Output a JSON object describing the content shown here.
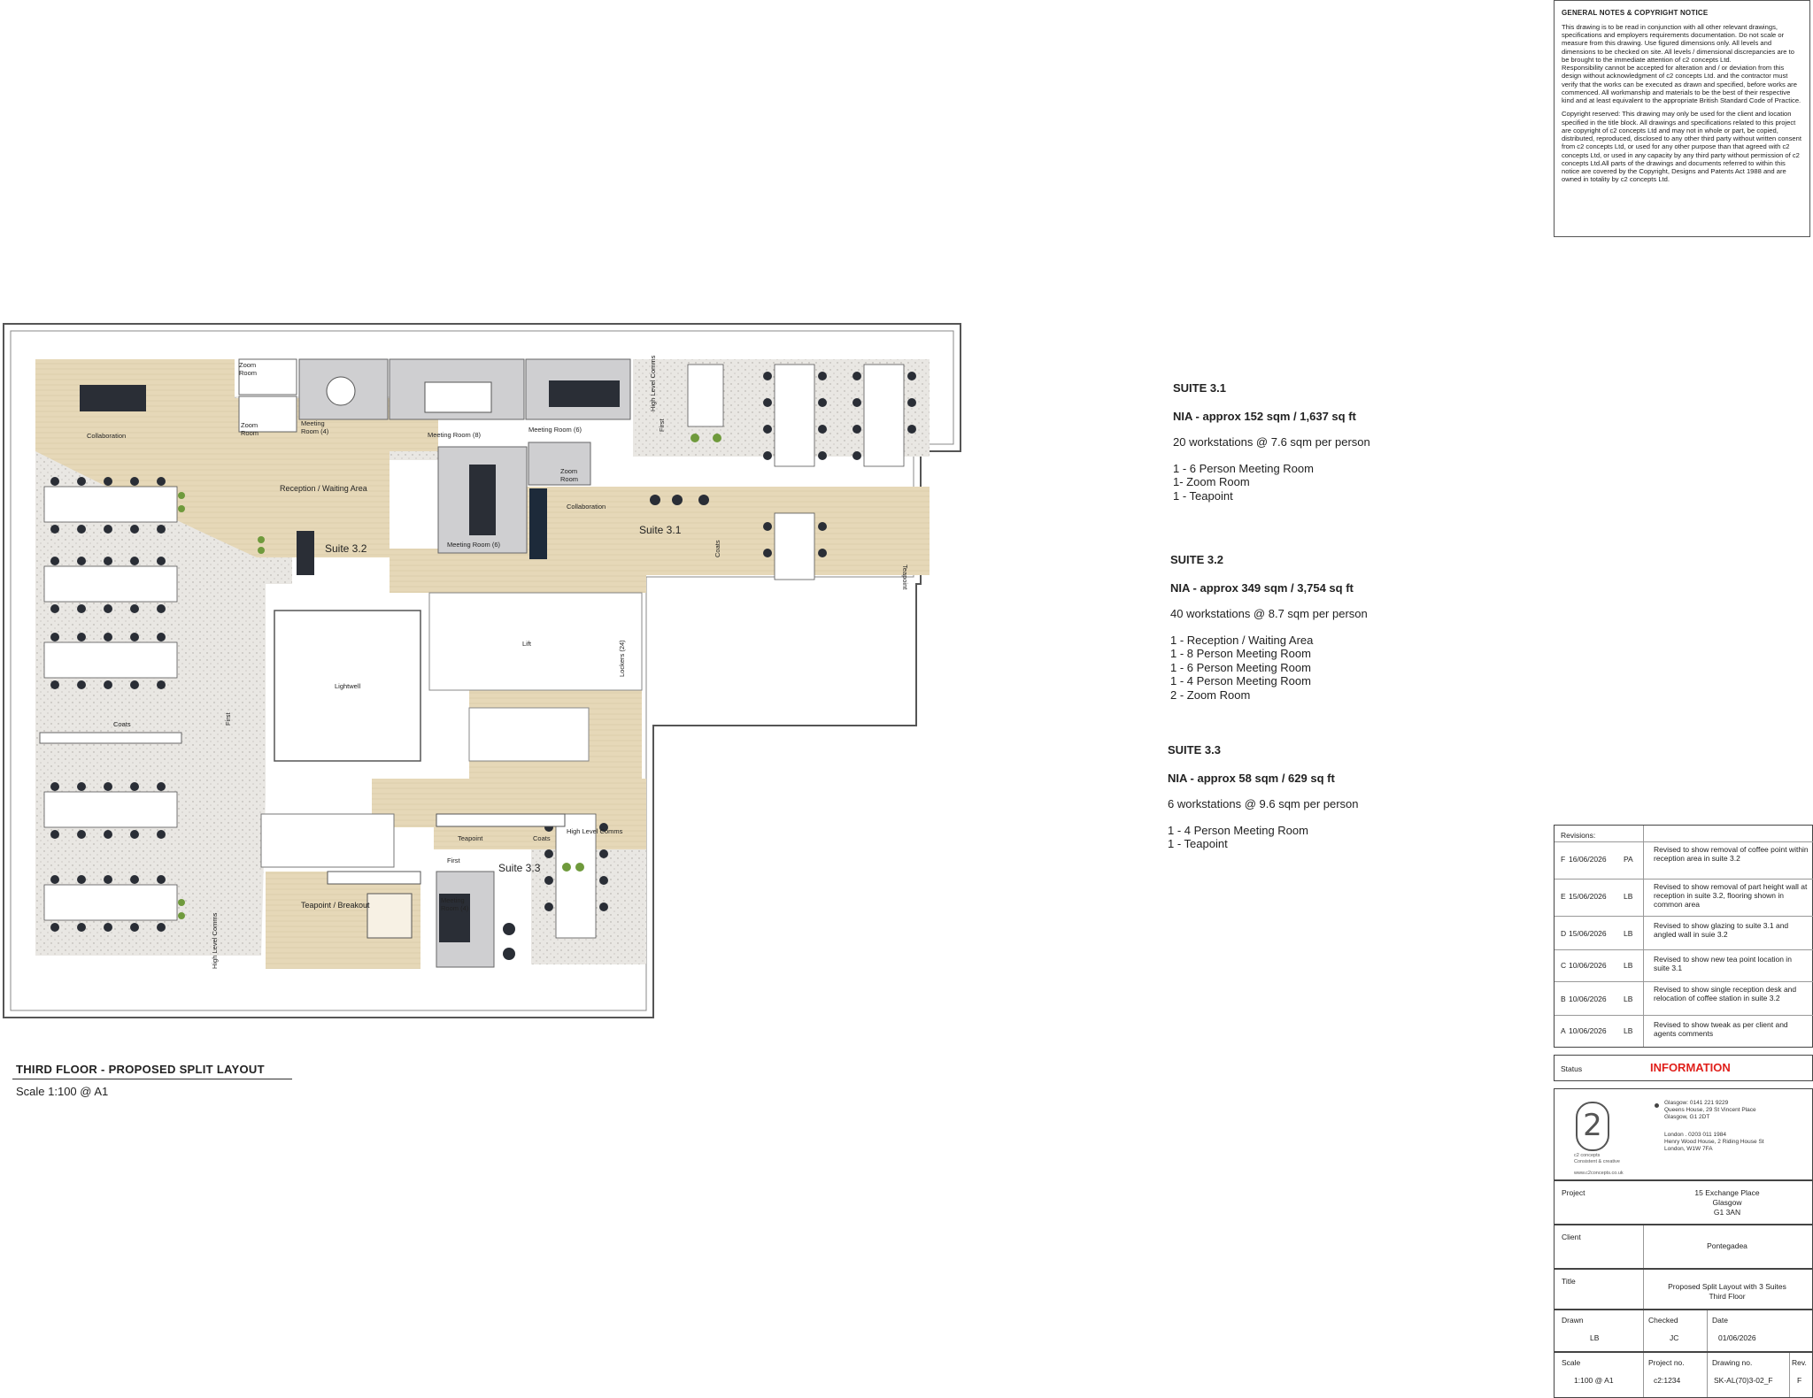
{
  "notice": {
    "heading": "GENERAL NOTES & COPYRIGHT NOTICE",
    "paragraph1": "This drawing is to be read in conjunction with all other relevant drawings, specifications and employers requirements documentation. Do not scale or measure from this drawing. Use figured dimensions only. All levels and dimensions to be checked on site. All levels / dimensional discrepancies are to be brought to the immediate attention of c2 concepts Ltd.",
    "paragraph2": "Responsibility cannot be accepted for alteration and / or deviation from this design without acknowledgment of c2 concepts Ltd. and the contractor must verify that the works can be executed as drawn and specified, before works are commenced. All workmanship and materials to be the best of their respective kind and at least equivalent to the appropriate British Standard Code of Practice.",
    "paragraph3": "Copyright reserved: This drawing may only be used for the client and location specified in the title block. All drawings and specifications related to this project are copyright of c2 concepts Ltd and may not in whole or part, be copied, distributed, reproduced, disclosed to any other third party without written consent from c2 concepts Ltd, or used for any other purpose than that agreed with c2 concepts Ltd, or used in any capacity by any third party without permission of c2 concepts Ltd.All parts of the drawings and documents referred to within this notice are covered by the Copyright, Designs and Patents Act 1988 and are owned in totality by c2 concepts Ltd."
  },
  "plan": {
    "rooms": {
      "zoom_a": "Zoom",
      "room_a": "Room",
      "zoom_b": "Zoom",
      "room_b": "Room",
      "meeting4_a": "Meeting",
      "meeting4_b": "Room (4)",
      "meeting8": "Meeting Room (8)",
      "meeting6_top": "Meeting Room (6)",
      "high_level_comms_top": "High Level Comms",
      "first_aid_top": "First",
      "collaboration_left": "Collaboration",
      "reception": "Reception / Waiting Area",
      "suite32": "Suite 3.2",
      "meeting6_mid": "Meeting Room (6)",
      "zoom_c": "Zoom",
      "room_c": "Room",
      "collaboration_right": "Collaboration",
      "suite31": "Suite 3.1",
      "coats_mid": "Coats",
      "teapoint_right": "Teapoint",
      "lightwell": "Lightwell",
      "lift": "Lift",
      "lockers": "Lockers (24)",
      "coats_left": "Coats",
      "first_aid_left": "First",
      "high_level_comms_left": "High Level Comms",
      "teapoint_breakout": "Teapoint / Breakout",
      "teapoint_lower": "Teapoint",
      "coats_lower": "Coats",
      "high_level_comms_lower": "High Level Comms",
      "first_aid_lower": "First",
      "suite33": "Suite 3.3",
      "meeting4_lower_a": "Meeting",
      "meeting4_lower_b": "Room (4)"
    }
  },
  "floor": {
    "title": "THIRD FLOOR - PROPOSED SPLIT LAYOUT",
    "scale": "Scale 1:100 @ A1"
  },
  "suites": [
    {
      "heading": "SUITE 3.1",
      "nia": "NIA - approx 152 sqm / 1,637 sq ft",
      "workstations": "20 workstations @ 7.6 sqm per person",
      "items": [
        "1 - 6 Person Meeting Room",
        "1- Zoom Room",
        "1 - Teapoint"
      ]
    },
    {
      "heading": "SUITE 3.2",
      "nia": "NIA - approx 349 sqm / 3,754 sq ft",
      "workstations": "40 workstations @ 8.7 sqm per person",
      "items": [
        "1 - Reception / Waiting Area",
        "1 - 8 Person Meeting Room",
        "1 - 6 Person Meeting Room",
        "1 - 4 Person Meeting Room",
        "2 - Zoom Room"
      ]
    },
    {
      "heading": "SUITE 3.3",
      "nia": "NIA - approx 58 sqm / 629 sq ft",
      "workstations": "6 workstations @ 9.6 sqm per person",
      "items": [
        "1 - 4 Person Meeting Room",
        "1 - Teapoint"
      ]
    }
  ],
  "titleblock": {
    "revisions_label": "Revisions:",
    "revisions": [
      {
        "rev": "F",
        "date": "16/06/2026",
        "by": "PA",
        "desc": "Revised to show removal of coffee point within reception area in suite 3.2"
      },
      {
        "rev": "E",
        "date": "15/06/2026",
        "by": "LB",
        "desc": "Revised to show removal of part height wall at reception in suite 3.2, flooring shown in common area"
      },
      {
        "rev": "D",
        "date": "15/06/2026",
        "by": "LB",
        "desc": "Revised to show glazing to suite 3.1 and angled wall in suie 3.2"
      },
      {
        "rev": "C",
        "date": "10/06/2026",
        "by": "LB",
        "desc": "Revised to show new tea point location in suite 3.1"
      },
      {
        "rev": "B",
        "date": "10/06/2026",
        "by": "LB",
        "desc": "Revised to show single reception desk and relocation of coffee station in suite 3.2"
      },
      {
        "rev": "A",
        "date": "10/06/2026",
        "by": "LB",
        "desc": "Revised to show tweak as per client and agents comments"
      }
    ],
    "status_label": "Status",
    "status_value": "INFORMATION",
    "status_color": "#e0201b",
    "logo_mark": "2",
    "logo_line1": "c2 concepts",
    "logo_line2": "Consistent & creative",
    "website": "www.c2concepts.co.uk",
    "office_glasgow_1": "Glasgow: 0141 221 9229",
    "office_glasgow_2": "Queens House, 29 St Vincent Place",
    "office_glasgow_3": "Glasgow, G1 2DT",
    "office_london_1": "London . 0203 011 1984",
    "office_london_2": "Henry Wood House, 2 Riding House St",
    "office_london_3": "London, W1W 7FA",
    "project_label": "Project",
    "project_1": "15 Exchange Place",
    "project_2": "Glasgow",
    "project_3": "G1 3AN",
    "client_label": "Client",
    "client_value": "Pontegadea",
    "title_label": "Title",
    "title_1": "Proposed Split Layout with 3 Suites",
    "title_2": "Third Floor",
    "drawn_label": "Drawn",
    "drawn_value": "LB",
    "checked_label": "Checked",
    "checked_value": "JC",
    "date_label": "Date",
    "date_value": "01/06/2026",
    "scale_label": "Scale",
    "scale_value": "1:100 @ A1",
    "projno_label": "Project no.",
    "projno_value": "c2:1234",
    "drawingno_label": "Drawing no.",
    "drawingno_value": "SK-AL(70)3-02_F",
    "rev_label": "Rev.",
    "rev_value": "F"
  }
}
